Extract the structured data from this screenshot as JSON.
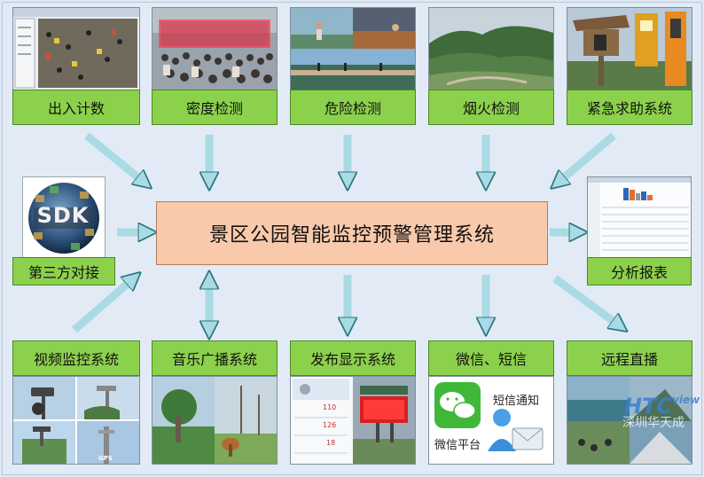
{
  "center_title": "景区公园智能监控预警管理系统",
  "top_modules": [
    "出入计数",
    "密度检测",
    "危险检测",
    "烟火检测",
    "紧急求助系统"
  ],
  "left_module": "第三方对接",
  "sdk_text": "SDK",
  "right_module": "分析报表",
  "bottom_modules": [
    "视频监控系统",
    "音乐广播系统",
    "发布显示系统",
    "微信、短信",
    "远程直播"
  ],
  "wechat_panel": {
    "sms_label": "短信通知",
    "wechat_label": "微信平台"
  },
  "watermark": {
    "brand": "HTC",
    "brand_sub": "view",
    "city": "深圳华天成"
  },
  "display_panel": {
    "values": [
      "110",
      "126",
      "18"
    ]
  },
  "colors": {
    "label_green": "#8cd14c",
    "center_fill": "#f8c9ab",
    "arrow": "#a8d9e2",
    "background": "#dfe9f4"
  }
}
